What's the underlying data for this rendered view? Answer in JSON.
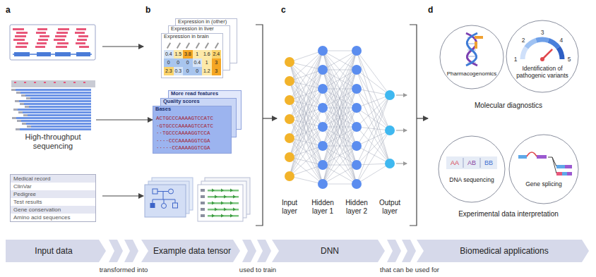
{
  "diagram": {
    "nodes": [
      {
        "text": [
          "High-throughput sequencing"
        ]
      },
      {
        "text": [
          "Medical record",
          "ClinVar",
          "Pedigree",
          "Test results",
          "Gene conservation",
          "Amino acid sequences"
        ]
      },
      {
        "text": [
          "Expression in (other)",
          "Expression in liver",
          "Expression in brain",
          "0.4",
          "1.5",
          "3.8",
          "1",
          "1.6",
          "2.4",
          "0",
          "0",
          "0",
          "0.4",
          "1",
          "3",
          "2.3",
          "0.3",
          "0",
          "0",
          "1.2",
          "3"
        ]
      },
      {
        "text": [
          "More read features",
          "Quality scores",
          "Bases",
          "ACTGCCCAAAAGTCCATC",
          "·GTGCCCAAAAGTCCATC",
          "··TGCCCAAAAGGTCCA",
          "····CCCAAAAGGTCGA",
          "·····CCAAAAGGTCGA"
        ]
      },
      {
        "text": [
          "Pharmacogenomics"
        ]
      },
      {
        "text": [
          "Identification of pathogenic variants",
          "1",
          "2",
          "3",
          "4",
          "5"
        ]
      },
      {
        "text": [
          "AA",
          "AB",
          "BB",
          "DNA sequencing"
        ]
      },
      {
        "text": [
          "Gene splicing"
        ]
      },
      {
        "text": [
          "Input data"
        ]
      },
      {
        "text": [
          "Example data tensor"
        ]
      },
      {
        "text": [
          "DNN"
        ]
      },
      {
        "text": [
          "Biomedical applications"
        ]
      }
    ],
    "edges": [
      {
        "from": 0,
        "to": 3,
        "arrow": "to"
      }
    ],
    "labels": [
      "a",
      "b",
      "c",
      "d",
      "Input layer",
      "Hidden layer 1",
      "Hidden layer 2",
      "Output layer",
      "Molecular diagnostics",
      "Experimental data interpretation",
      "transformed into",
      "used to train",
      "that can be used for"
    ]
  }
}
